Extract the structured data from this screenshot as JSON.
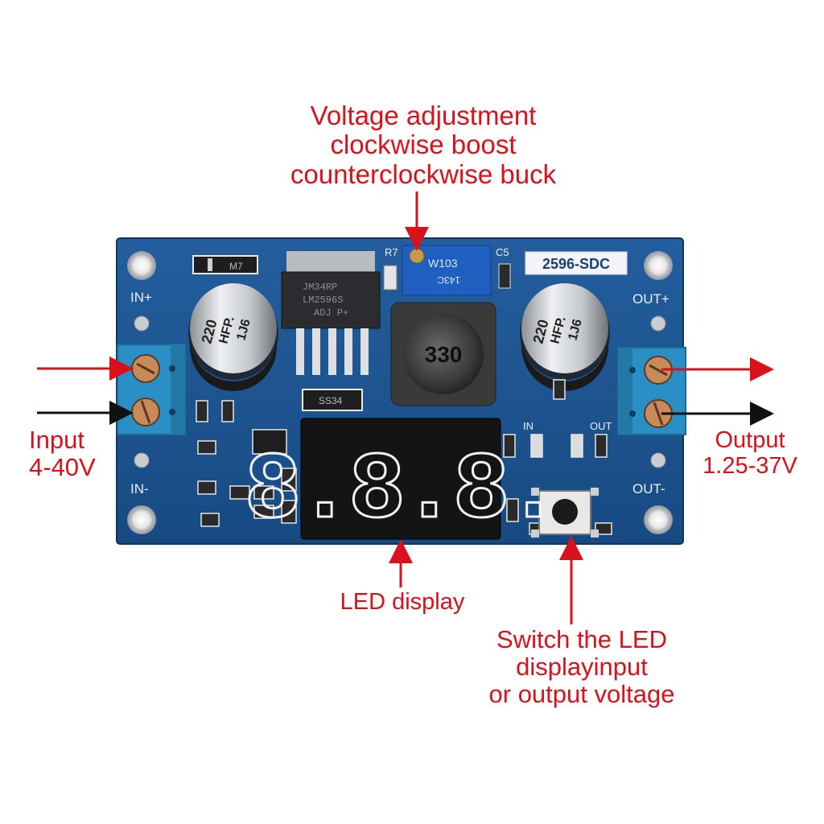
{
  "board": {
    "model_label": "2596-SDC",
    "in_plus": "IN+",
    "in_minus": "IN-",
    "out_plus": "OUT+",
    "out_minus": "OUT-",
    "ind_in": "IN",
    "ind_out": "OUT",
    "r7": "R7",
    "c5": "C5",
    "pot_line1": "W103",
    "pot_line2": "143C",
    "chip_line1": "JM34RP",
    "chip_line2": "LM2596S",
    "chip_line3": "ADJ P+",
    "inductor_code": "330",
    "cap_left_line1": "220",
    "cap_left_line2": "HFP.",
    "cap_left_line3": "1J6",
    "cap_right_line1": "220",
    "cap_right_line2": "HFP.",
    "cap_right_line3": "1J6",
    "diode_top": "M7",
    "diode_bottom": "SS34",
    "display_digits": "8.8.8."
  },
  "callouts": {
    "voltage_adjust": [
      "Voltage adjustment",
      "clockwise boost",
      "counterclockwise buck"
    ],
    "led_display": "LED display",
    "switch": [
      "Switch the LED",
      "displayinput",
      "or output voltage"
    ],
    "input": [
      "Input",
      "4-40V"
    ],
    "output": [
      "Output",
      "1.25-37V"
    ]
  },
  "colors": {
    "pcb": "#1b4f8a",
    "annotation": "#d9111b",
    "arrow_black": "#111111",
    "terminal": "#2a8fc4"
  }
}
